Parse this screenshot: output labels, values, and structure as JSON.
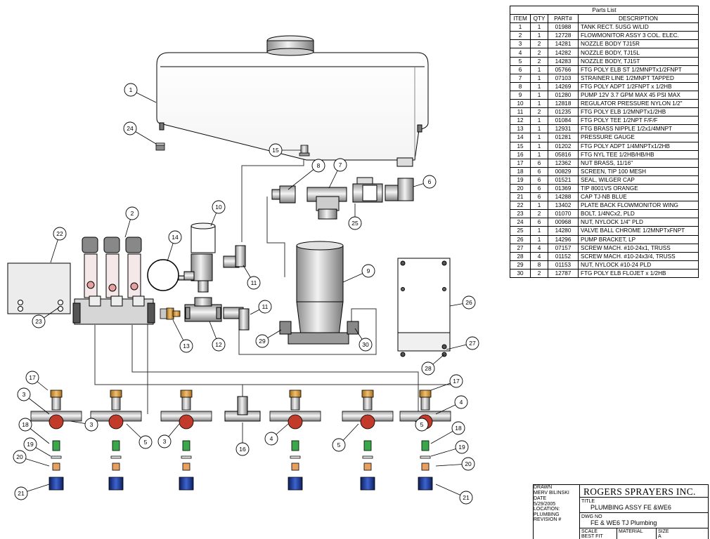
{
  "parts_list": {
    "caption": "Parts List",
    "headers": [
      "ITEM",
      "QTY",
      "PART#",
      "DESCRIPTION"
    ],
    "rows": [
      [
        "1",
        "1",
        "01988",
        "TANK RECT. 5USG W/LID"
      ],
      [
        "2",
        "1",
        "12728",
        "FLOWMONITOR ASSY 3 COL. ELEC."
      ],
      [
        "3",
        "2",
        "14281",
        "NOZZLE BODY TJ15R"
      ],
      [
        "4",
        "2",
        "14282",
        "NOZZLE BODY, TJ15L"
      ],
      [
        "5",
        "2",
        "14283",
        "NOZZLE BODY, TJ15T"
      ],
      [
        "6",
        "1",
        "05766",
        "FTG POLY ELB ST 1/2MNPTx1/2FNPT"
      ],
      [
        "7",
        "1",
        "07103",
        "STRAINER LINE 1/2MNPT TAPPED"
      ],
      [
        "8",
        "1",
        "14269",
        "FTG POLY ADPT 1/2FNPT x 1/2HB"
      ],
      [
        "9",
        "1",
        "01280",
        "PUMP 12V 3.7 GPM MAX 45 PSI MAX"
      ],
      [
        "10",
        "1",
        "12818",
        "REGULATOR PRESSURE NYLON 1/2\""
      ],
      [
        "11",
        "2",
        "01235",
        "FTG POLY ELB 1/2MNPTx1/2HB"
      ],
      [
        "12",
        "1",
        "01084",
        "FTG POLY TEE 1/2NPT F/F/F"
      ],
      [
        "13",
        "1",
        "12931",
        "FTG BRASS NIPPLE 1/2x1/4MNPT"
      ],
      [
        "14",
        "1",
        "01281",
        "PRESSURE GAUGE"
      ],
      [
        "15",
        "1",
        "01202",
        "FTG POLY ADPT 1/4MNPTx1/2HB"
      ],
      [
        "16",
        "1",
        "05816",
        "FTG NYL TEE 1/2HB/HB/HB"
      ],
      [
        "17",
        "6",
        "12362",
        "NUT BRASS, 11/16\""
      ],
      [
        "18",
        "6",
        "00829",
        "SCREEN, TIP 100 MESH"
      ],
      [
        "19",
        "6",
        "01521",
        "SEAL, WILGER CAP"
      ],
      [
        "20",
        "6",
        "01369",
        "TIP 8001VS ORANGE"
      ],
      [
        "21",
        "6",
        "14288",
        "CAP TJ-NB BLUE"
      ],
      [
        "22",
        "1",
        "13402",
        "PLATE BACK FLOWMONITOR WING"
      ],
      [
        "23",
        "2",
        "01070",
        "BOLT, 1/4NCx2, PLD"
      ],
      [
        "24",
        "6",
        "00968",
        "NUT, NYLOCK 1/4\" PLD"
      ],
      [
        "25",
        "1",
        "14280",
        "VALVE BALL CHROME 1/2MNPTxFNPT"
      ],
      [
        "26",
        "1",
        "14296",
        "PUMP BRACKET, LP"
      ],
      [
        "27",
        "4",
        "07157",
        "SCREW MACH. #10-24x1, TRUSS"
      ],
      [
        "28",
        "4",
        "01152",
        "SCREW MACH. #10-24x3/4, TRUSS"
      ],
      [
        "29",
        "8",
        "01153",
        "NUT, NYLOCK #10-24 PLD"
      ],
      [
        "30",
        "2",
        "12787",
        "FTG POLY ELB FLOJET x 1/2HB"
      ]
    ]
  },
  "balloons": [
    "1",
    "2",
    "3",
    "3",
    "3",
    "4",
    "4",
    "5",
    "5",
    "5",
    "6",
    "7",
    "8",
    "9",
    "10",
    "11",
    "11",
    "12",
    "13",
    "14",
    "15",
    "16",
    "17",
    "17",
    "18",
    "18",
    "19",
    "19",
    "20",
    "20",
    "21",
    "21",
    "22",
    "23",
    "24",
    "25",
    "26",
    "27",
    "28",
    "29",
    "30",
    "30"
  ],
  "title_block": {
    "company": "ROGERS SPRAYERS INC.",
    "drawn_label": "DRAWN",
    "drawn_by": "MERV BILINSKI",
    "date_label": "DATE",
    "date": "5/29/2005",
    "location_label": "LOCATION:",
    "location": "PLUMBING",
    "revision_label": "REVISION #",
    "title_label": "TITLE",
    "title": "PLUMBING ASSY FE &WE6",
    "dwg_label": "DWG NO",
    "dwg_no": "FE & WE6 TJ Plumbing",
    "scale_label": "SCALE",
    "scale": "BEST FIT",
    "material_label": "MATERIAL",
    "size_label": "SIZE",
    "size": "A"
  },
  "colors": {
    "line": "#000000",
    "part_gray": "#d9d9d9",
    "brass": "#e0a84a",
    "nozzle_red": "#c23a2a",
    "screen_green": "#3aa84a",
    "cap_blue": "#1f3c9a",
    "tip_orange": "#e8a060"
  }
}
